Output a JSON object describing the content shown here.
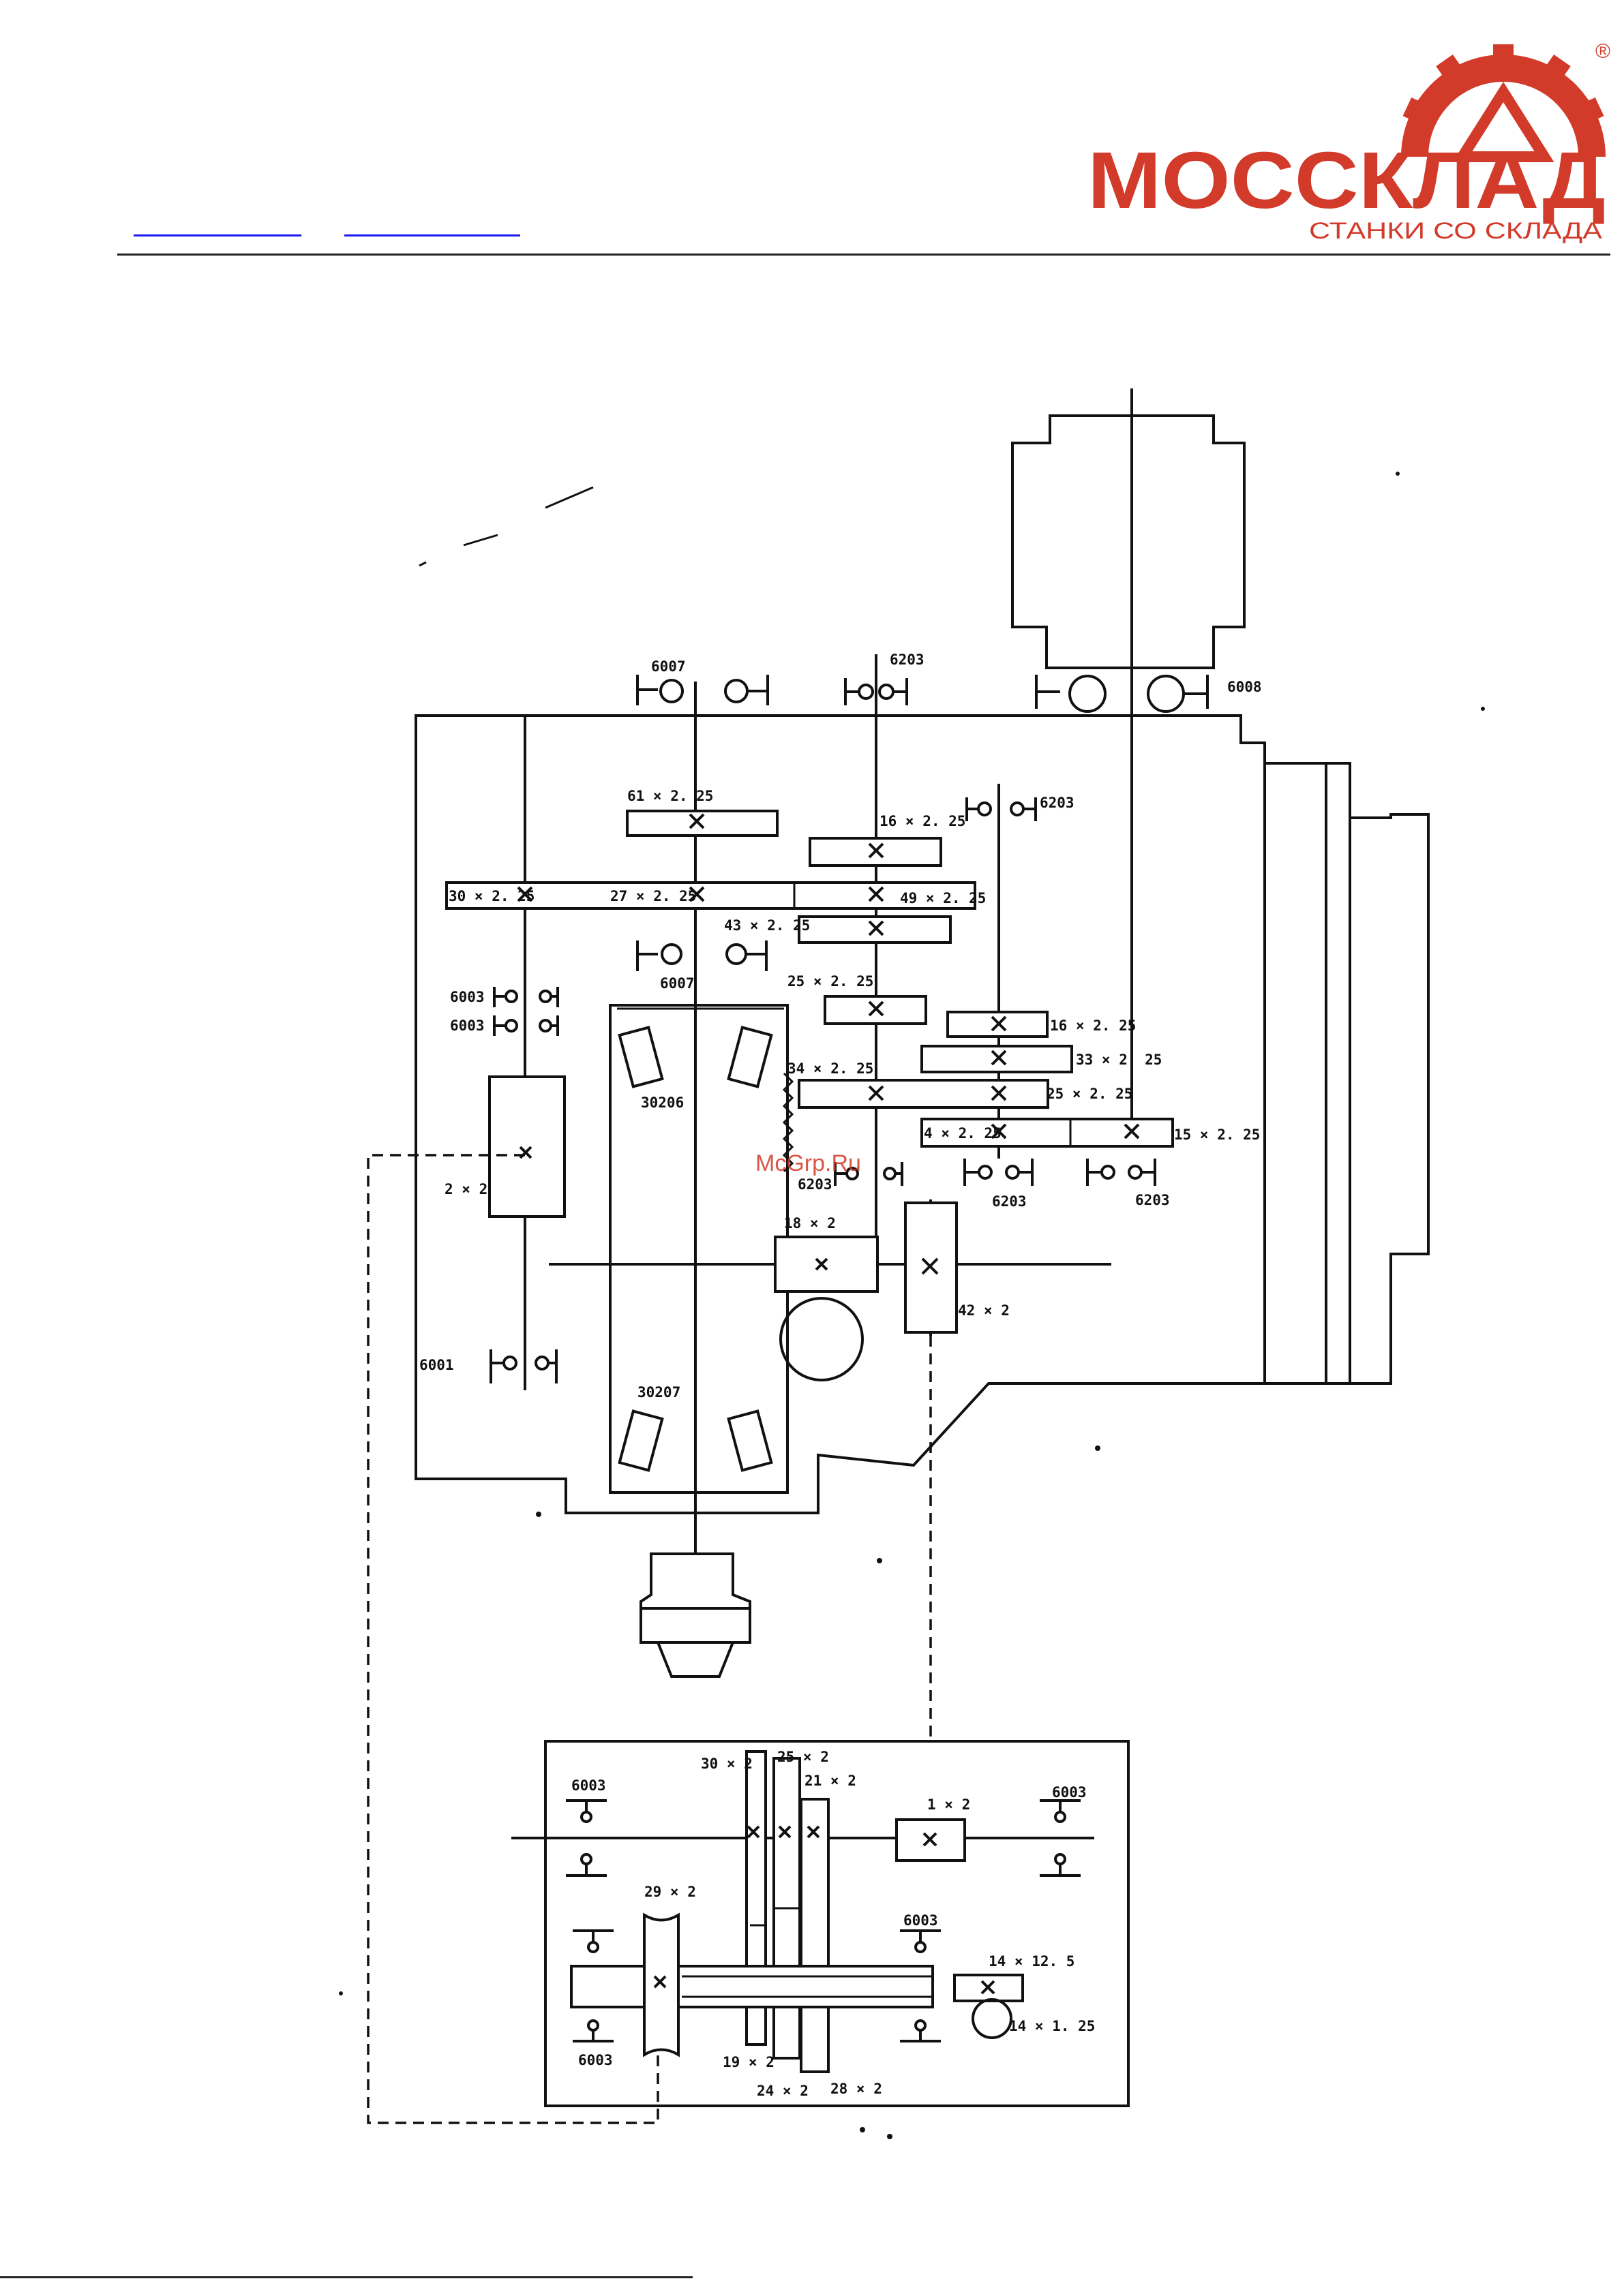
{
  "header": {
    "logo_text": "МОССКЛАД",
    "logo_sub": "СТАНКИ СО СКЛАДА",
    "logo_reg": "®",
    "link1": "",
    "link2": ""
  },
  "watermark": "McGrp.Ru",
  "labels": {
    "b6007a": "6007",
    "b6203a": "6203",
    "b6008": "6008",
    "b6203b": "6203",
    "g61": "61 × 2. 25",
    "g16a": "16 × 2. 25",
    "g30": "30 × 2. 25",
    "g27": "27 × 2. 25",
    "g49": "49 × 2. 25",
    "g43": "43 × 2. 25",
    "b6007b": "6007",
    "g25a": "25 × 2. 25",
    "b6003a": "6003",
    "b6003b": "6003",
    "g16b": "16 × 2. 25",
    "g33": "33 × 2. 25",
    "b30206": "30206",
    "g34": "34 × 2. 25",
    "g25b": "25 × 2. 25",
    "g4": "4 × 2. 25",
    "g15": "15 × 2. 25",
    "g2x2": "2 × 2",
    "b6203c": "6203",
    "b6203d": "6203",
    "b6203e": "6203",
    "g18": "18 × 2",
    "g42": "42 × 2",
    "b6001": "6001",
    "b30207": "30207",
    "f30": "30 × 2",
    "f25": "25 × 2",
    "f21": "21 × 2",
    "f1": "1 × 2",
    "fb6003a": "6003",
    "fb6003b": "6003",
    "f29": "29 × 2",
    "fb6003c": "6003",
    "f14a": "14 × 12. 5",
    "f14b": "14 × 1. 25",
    "fb6003d": "6003",
    "f19": "19 × 2",
    "f24": "24 × 2",
    "f28": "28 × 2"
  }
}
